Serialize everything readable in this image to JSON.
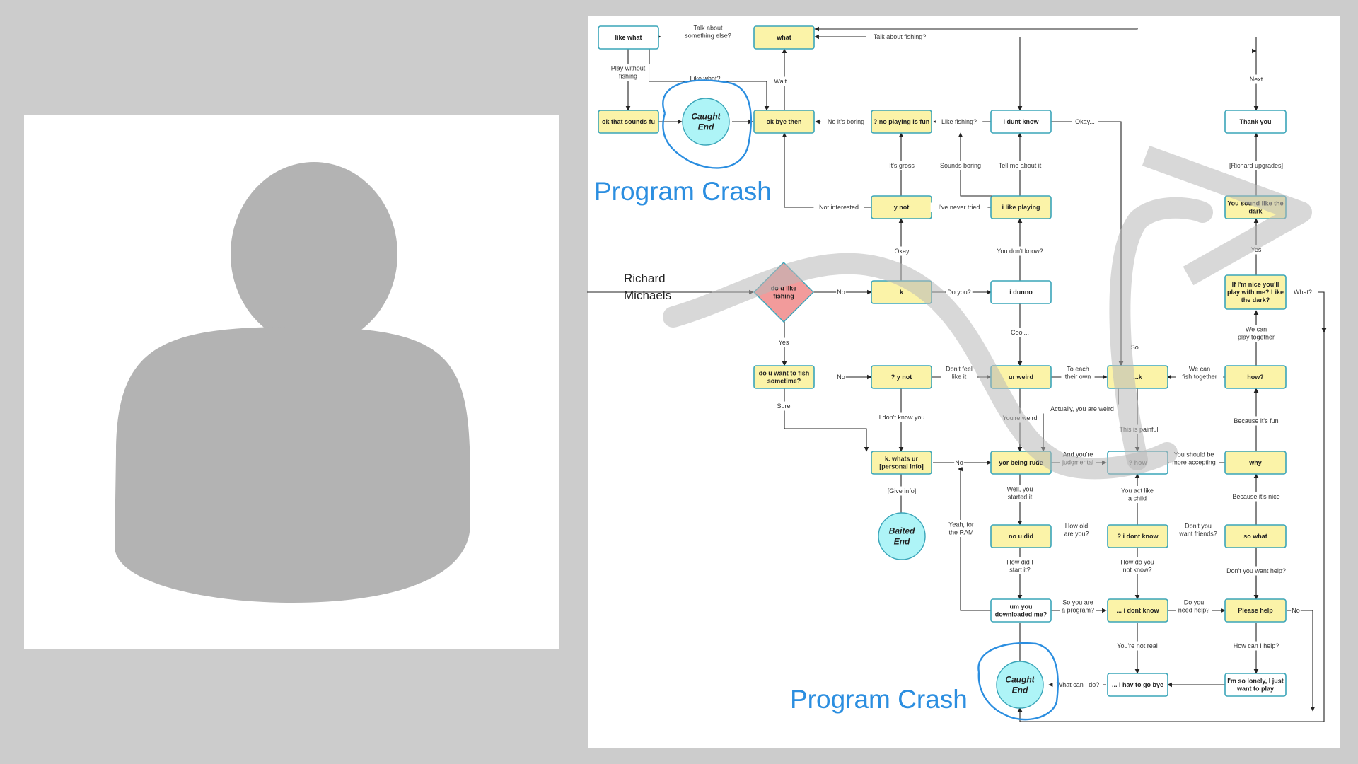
{
  "speaker": {
    "line1": "Richard",
    "line2": "Michaels"
  },
  "annotations": [
    "Program Crash",
    "Program Crash"
  ],
  "colors": {
    "yellow_node": "#fbf3a8",
    "white_node": "#ffffff",
    "end_node": "#aef4f7",
    "decision_node": "#f29b9b",
    "annotation_blue": "#2b8ee0",
    "node_border": "#3aa5b9"
  },
  "nodes": {
    "like_what": [
      "like what"
    ],
    "what": [
      "what"
    ],
    "ok_sounds": [
      "ok that sounds fu"
    ],
    "caught_end_1": [
      "Caught",
      "End"
    ],
    "ok_bye_then": [
      "ok bye then"
    ],
    "no_playing_fun": [
      "? no playing is fun"
    ],
    "i_dunt_know": [
      "i dunt know"
    ],
    "thank_you": [
      "Thank you"
    ],
    "y_not": [
      "y not"
    ],
    "i_like_playing": [
      "i like playing"
    ],
    "sound_like_dark": [
      "You sound like the",
      "dark"
    ],
    "do_u_like_fishing": [
      "do u like",
      "fishing"
    ],
    "k": [
      "k"
    ],
    "i_dunno": [
      "i dunno"
    ],
    "if_nice": [
      "If I'm nice you'll",
      "play with me? Like",
      "the dark?"
    ],
    "do_u_want_fish": [
      "do u want to fish",
      "sometime?"
    ],
    "q_y_not": [
      "? y not"
    ],
    "ur_weird": [
      "ur weird"
    ],
    "dots_k": [
      "...k"
    ],
    "how_q": [
      "how?"
    ],
    "whats_ur_info": [
      "k. whats ur",
      "[personal info]"
    ],
    "yor_being_rude": [
      "yor being rude"
    ],
    "q_how": [
      "? how"
    ],
    "why": [
      "why"
    ],
    "baited_end": [
      "Baited",
      "End"
    ],
    "no_u_did": [
      "no u did"
    ],
    "q_i_dont_know": [
      "? i dont know"
    ],
    "so_what": [
      "so what"
    ],
    "um_you_downloaded": [
      "um you",
      "downloaded me?"
    ],
    "dots_i_dont_know": [
      "... i dont know"
    ],
    "please_help": [
      "Please help"
    ],
    "caught_end_2": [
      "Caught",
      "End"
    ],
    "i_hav_to_go": [
      "... i hav to go bye"
    ],
    "so_lonely": [
      "I'm so lonely, I just",
      "want to play"
    ]
  },
  "edges": {
    "talk_else": [
      "Talk about",
      "something else?"
    ],
    "talk_fishing": [
      "Talk about fishing?"
    ],
    "play_without": [
      "Play without",
      "fishing"
    ],
    "like_what_e": [
      "Like what?"
    ],
    "wait": [
      "Wait..."
    ],
    "next": [
      "Next"
    ],
    "no_boring": [
      "No it's boring"
    ],
    "like_fishing": [
      "Like fishing?"
    ],
    "okay_dots": [
      "Okay..."
    ],
    "its_gross": [
      "It's gross"
    ],
    "sounds_boring": [
      "Sounds boring"
    ],
    "tell_me": [
      "Tell me about it"
    ],
    "richard_upgrades": [
      "[Richard upgrades]"
    ],
    "not_interested": [
      "Not interested"
    ],
    "never_tried": [
      "I've never tried"
    ],
    "okay": [
      "Okay"
    ],
    "you_dont_know": [
      "You don't know?"
    ],
    "yes_top": [
      "Yes"
    ],
    "no_main": [
      "No"
    ],
    "do_you": [
      "Do you?"
    ],
    "what_q": [
      "What?"
    ],
    "cool": [
      "Cool..."
    ],
    "so_dots": [
      "So..."
    ],
    "we_can_play": [
      "We can",
      "play together"
    ],
    "yes_main": [
      "Yes"
    ],
    "no_fish": [
      "No"
    ],
    "dont_feel": [
      "Don't feel",
      "like it"
    ],
    "to_each": [
      "To each",
      "their own"
    ],
    "we_can_fish": [
      "We can",
      "fish together"
    ],
    "sure": [
      "Sure"
    ],
    "actually_weird": [
      "Actually, you are weird"
    ],
    "because_fun": [
      "Because it's fun"
    ],
    "dont_know_you": [
      "I don't know you"
    ],
    "youre_weird": [
      "You're weird"
    ],
    "this_painful": [
      "This is painful"
    ],
    "no_info": [
      "No"
    ],
    "judgmental": [
      "And you're",
      "judgmental"
    ],
    "more_accepting": [
      "You should be",
      "more accepting"
    ],
    "give_info": [
      "[Give info]"
    ],
    "well_started": [
      "Well, you",
      "started it"
    ],
    "act_child": [
      "You act like",
      "a child"
    ],
    "because_nice": [
      "Because it's nice"
    ],
    "yeah_ram": [
      "Yeah, for",
      "the RAM"
    ],
    "how_old": [
      "How old",
      "are you?"
    ],
    "want_friends": [
      "Don't you",
      "want friends?"
    ],
    "how_did_start": [
      "How did I",
      "start it?"
    ],
    "how_not_know": [
      "How do you",
      "not know?"
    ],
    "want_help": [
      "Don't you want help?"
    ],
    "a_program": [
      "So you are",
      "a program?"
    ],
    "need_help": [
      "Do you",
      "need help?"
    ],
    "no_help": [
      "No"
    ],
    "not_real": [
      "You're not real"
    ],
    "how_help": [
      "How can I help?"
    ],
    "what_can_do": [
      "What can I do?"
    ]
  }
}
